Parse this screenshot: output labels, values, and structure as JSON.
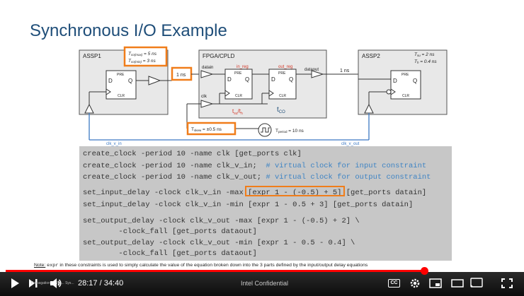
{
  "slide": {
    "title": "Synchronous I/O Example",
    "diagram": {
      "assp1_label": "ASSP1",
      "fpga_label": "FPGA/CPLD",
      "assp2_label": "ASSP2",
      "assp1_tco_max": "T",
      "assp1_tco_max_sub": "co(max)",
      "assp1_tco_max_val": " = 5 ns",
      "assp1_tco_min": "T",
      "assp1_tco_min_sub": "co(min)",
      "assp1_tco_min_val": " = 3 ns",
      "assp2_tsu": "T",
      "assp2_tsu_sub": "su",
      "assp2_tsu_val": " = 2 ns",
      "assp2_th": "T",
      "assp2_th_sub": "h",
      "assp2_th_val": " = 0.4 ns",
      "delay_in": "1 ns",
      "delay_out": "1 ns",
      "datain": "datain",
      "dataout": "dataout",
      "clk": "clk",
      "in_reg": "in_reg",
      "out_reg": "out_reg",
      "tsu_th": "t",
      "tsu_th_sub": "su",
      "tsu_th_sep": "/t",
      "tsu_th_sub2": "h",
      "tco": "t",
      "tco_sub": "CO",
      "skew": "T",
      "skew_sub": "skew",
      "skew_val": " = ±0.5 ns",
      "period": "T",
      "period_sub": "period",
      "period_val": " = 10 ns",
      "clk_v_in": "clk_v_in",
      "clk_v_out": "clk_v_out",
      "ff_pre": "PRE",
      "ff_clr": "CLR",
      "ff_d": "D",
      "ff_q": "Q"
    },
    "code": [
      {
        "text": "create_clock -period 10 -name clk [get_ports clk]",
        "comment": ""
      },
      {
        "text": "create_clock -period 10 -name clk_v_in;  ",
        "comment": "# virtual clock for input constraint"
      },
      {
        "text": "create_clock -period 10 -name clk_v_out; ",
        "comment": "# virtual clock for output constraint"
      },
      {
        "text": "set_input_delay -clock clk_v_in -max [expr 1 - (-0.5) + 5] [get_ports datain]",
        "comment": ""
      },
      {
        "text": "set_input_delay -clock clk_v_in -min [expr 1 - 0.5 + 3] [get_ports datain]",
        "comment": ""
      },
      {
        "text": "set_output_delay -clock clk_v_out -max [expr 1 - (-0.5) + 2] \\",
        "comment": ""
      },
      {
        "text": "        -clock_fall [get_ports dataout]",
        "comment": ""
      },
      {
        "text": "set_output_delay -clock clk_v_out -min [expr 1 - 0.5 - 0.4] \\",
        "comment": ""
      },
      {
        "text": "        -clock_fall [get_ports dataout]",
        "comment": ""
      }
    ],
    "note_label": "Note:",
    "note_mono": "expr",
    "note_text": " in these constraints is used to simply calculate the value of the equation broken down into the 3 parts defined by the input/output delay equations"
  },
  "player": {
    "time": "28:17 / 34:40",
    "chapter": "Intel Confidential",
    "overlay_text": "Propagation to Syn... Sys...",
    "progress": 0.816,
    "cc_label": "CC",
    "accent": "#ff0000"
  }
}
